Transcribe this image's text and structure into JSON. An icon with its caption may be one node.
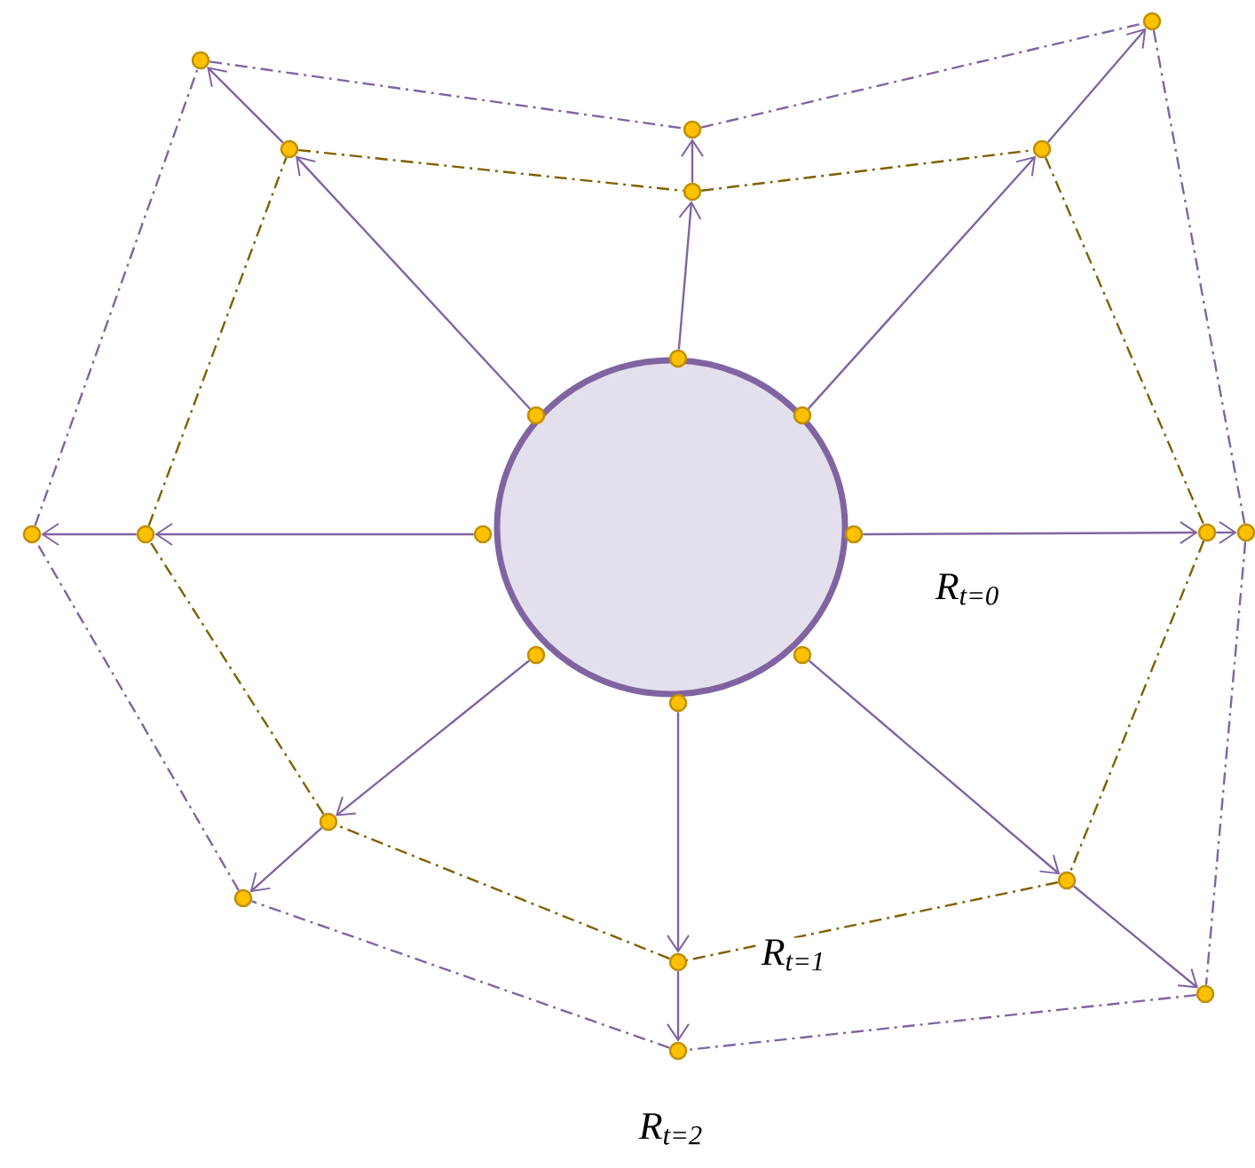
{
  "diagram": {
    "nodes": [
      {
        "text": [],
        "shape": "circle"
      },
      {
        "text": [],
        "shape": "circle"
      },
      {
        "text": [],
        "shape": "circle"
      },
      {
        "text": [],
        "shape": "circle"
      },
      {
        "text": [],
        "shape": "circle"
      },
      {
        "text": [],
        "shape": "circle"
      },
      {
        "text": [],
        "shape": "circle"
      },
      {
        "text": [],
        "shape": "circle"
      },
      {
        "text": [],
        "shape": "circle"
      },
      {
        "text": [],
        "shape": "circle"
      },
      {
        "text": [],
        "shape": "circle"
      },
      {
        "text": [],
        "shape": "circle"
      },
      {
        "text": [],
        "shape": "circle"
      },
      {
        "text": [],
        "shape": "circle"
      },
      {
        "text": [],
        "shape": "circle"
      },
      {
        "text": [],
        "shape": "circle"
      },
      {
        "text": [],
        "shape": "circle"
      },
      {
        "text": [],
        "shape": "circle"
      },
      {
        "text": [],
        "shape": "circle"
      },
      {
        "text": [],
        "shape": "circle"
      },
      {
        "text": [],
        "shape": "circle"
      },
      {
        "text": [],
        "shape": "circle"
      },
      {
        "text": [],
        "shape": "circle"
      },
      {
        "text": [],
        "shape": "circle"
      },
      {
        "text": [],
        "shape": "circle"
      }
    ],
    "edges": [
      {
        "from": 1,
        "to": 9,
        "arrow": "to"
      },
      {
        "from": 2,
        "to": 10,
        "arrow": "to"
      },
      {
        "from": 3,
        "to": 11,
        "arrow": "to"
      },
      {
        "from": 4,
        "to": 12,
        "arrow": "to"
      },
      {
        "from": 5,
        "to": 13,
        "arrow": "to"
      },
      {
        "from": 6,
        "to": 14,
        "arrow": "to"
      },
      {
        "from": 7,
        "to": 15,
        "arrow": "to"
      },
      {
        "from": 8,
        "to": 16,
        "arrow": "to"
      },
      {
        "from": 9,
        "to": 17,
        "arrow": "to"
      },
      {
        "from": 10,
        "to": 18,
        "arrow": "to"
      },
      {
        "from": 11,
        "to": 19,
        "arrow": "to"
      },
      {
        "from": 12,
        "to": 20,
        "arrow": "to"
      },
      {
        "from": 13,
        "to": 21,
        "arrow": "to"
      },
      {
        "from": 14,
        "to": 22,
        "arrow": "to"
      },
      {
        "from": 15,
        "to": 23,
        "arrow": "to"
      },
      {
        "from": 16,
        "to": 24,
        "arrow": "to"
      },
      {
        "from": 9,
        "to": 10,
        "arrow": "none",
        "style": "dashed",
        "color": "#7f6000"
      },
      {
        "from": 10,
        "to": 11,
        "arrow": "none",
        "style": "dashed",
        "color": "#7f6000"
      },
      {
        "from": 11,
        "to": 12,
        "arrow": "none",
        "style": "dashed",
        "color": "#7f6000"
      },
      {
        "from": 12,
        "to": 13,
        "arrow": "none",
        "style": "dashed",
        "color": "#7f6000"
      },
      {
        "from": 13,
        "to": 14,
        "arrow": "none",
        "style": "dashed",
        "color": "#7f6000"
      },
      {
        "from": 14,
        "to": 15,
        "arrow": "none",
        "style": "dashed",
        "color": "#7f6000"
      },
      {
        "from": 15,
        "to": 16,
        "arrow": "none",
        "style": "dashed",
        "color": "#7f6000"
      },
      {
        "from": 16,
        "to": 9,
        "arrow": "none",
        "style": "dashed",
        "color": "#7f6000"
      },
      {
        "from": 17,
        "to": 18,
        "arrow": "none",
        "style": "dashed"
      },
      {
        "from": 18,
        "to": 19,
        "arrow": "none",
        "style": "dashed"
      },
      {
        "from": 19,
        "to": 20,
        "arrow": "none",
        "style": "dashed"
      },
      {
        "from": 20,
        "to": 21,
        "arrow": "none",
        "style": "dashed"
      },
      {
        "from": 21,
        "to": 22,
        "arrow": "none",
        "style": "dashed"
      },
      {
        "from": 22,
        "to": 23,
        "arrow": "none",
        "style": "dashed"
      },
      {
        "from": 23,
        "to": 24,
        "arrow": "none",
        "style": "dashed"
      },
      {
        "from": 24,
        "to": 17,
        "arrow": "none",
        "style": "dashed"
      }
    ],
    "labels": [
      "R$_{t=0}$",
      "R$_{t=1}$",
      "R$_{t=2}$"
    ]
  }
}
